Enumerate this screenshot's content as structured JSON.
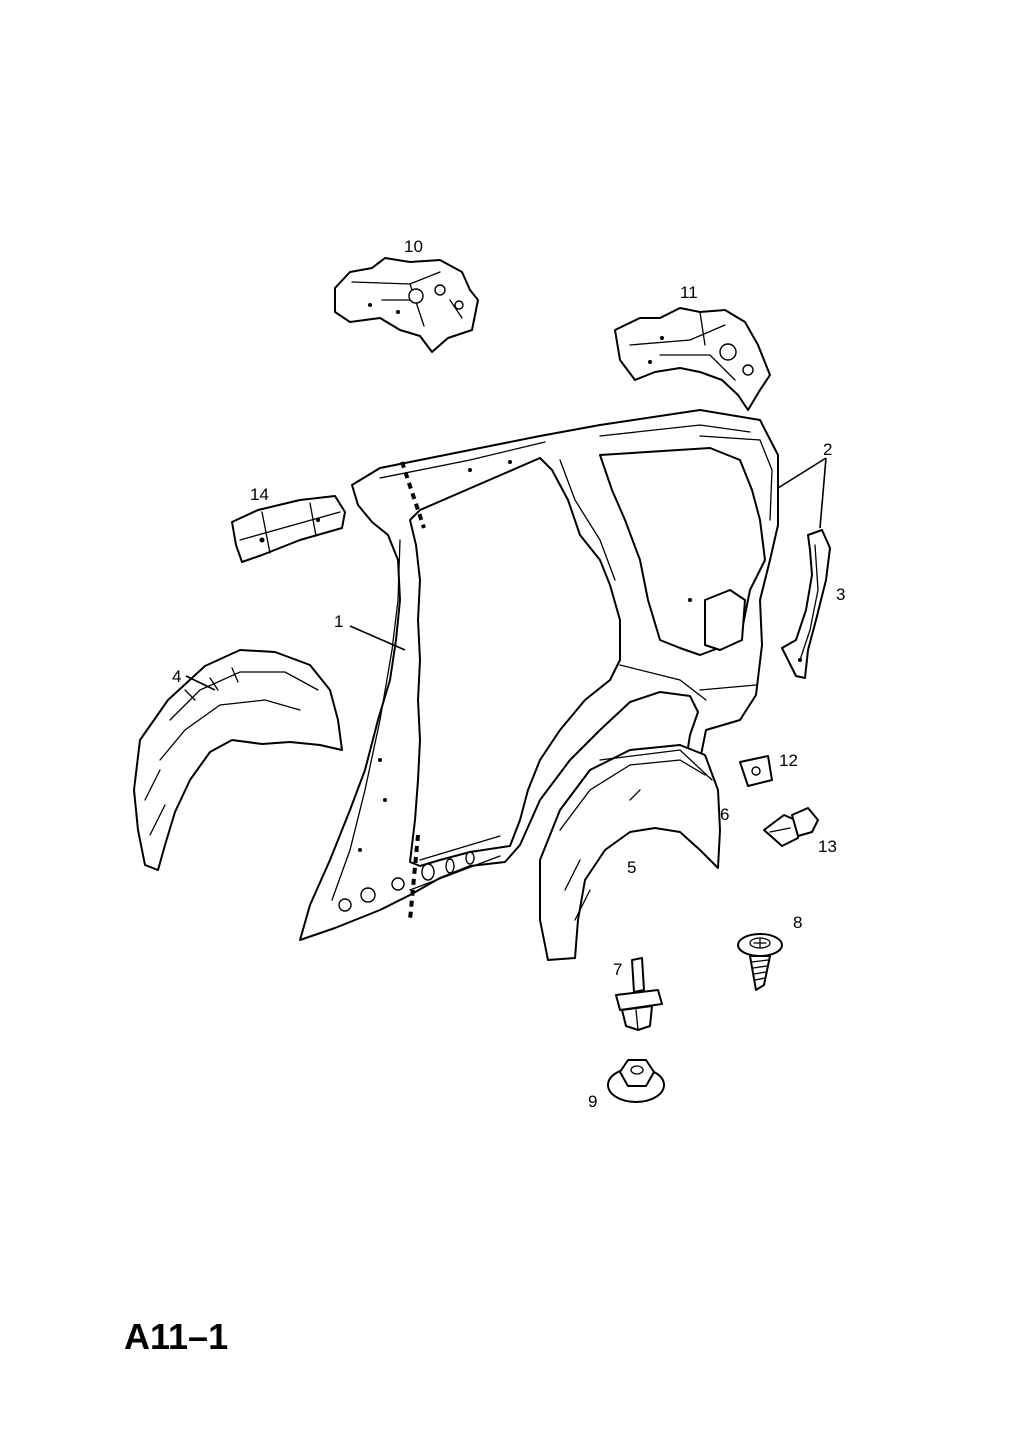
{
  "figure_id": "A11–1",
  "callouts": {
    "c1": "1",
    "c2": "2",
    "c3": "3",
    "c4": "4",
    "c5": "5",
    "c6": "6",
    "c7": "7",
    "c8": "8",
    "c9": "9",
    "c10": "10",
    "c11": "11",
    "c12": "12",
    "c13": "13",
    "c14": "14"
  }
}
